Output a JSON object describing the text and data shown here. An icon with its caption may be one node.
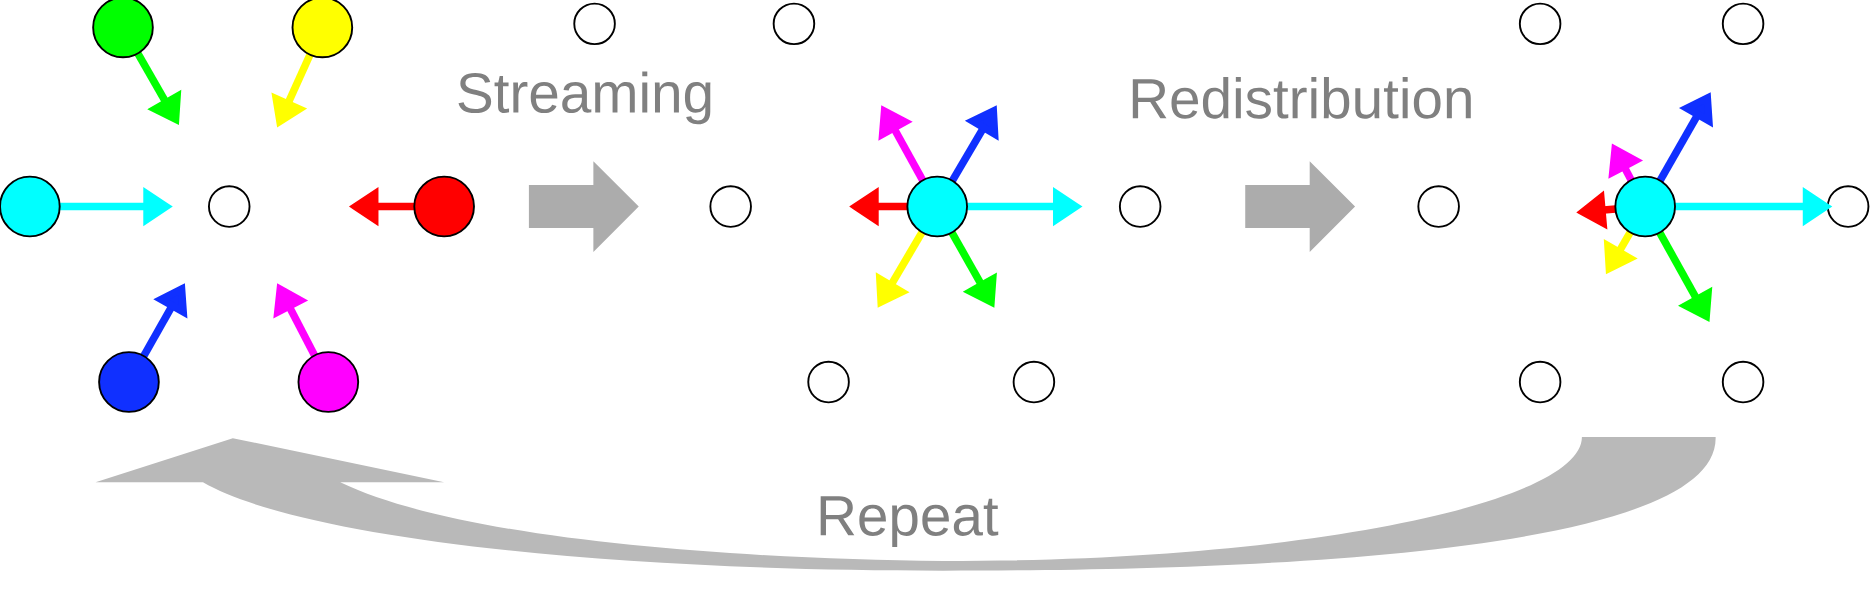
{
  "diagram": {
    "labels": [
      "Streaming",
      "Redistribution",
      "Repeat"
    ]
  }
}
